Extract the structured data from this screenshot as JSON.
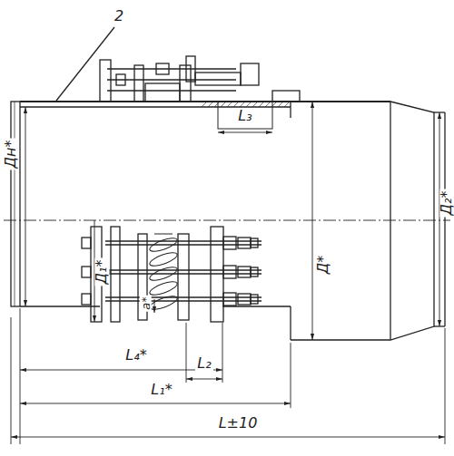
{
  "diagram": {
    "labels": [
      "2",
      "L₃",
      "Дн*",
      "Д₂*",
      "Д₁*",
      "a*",
      "Д*",
      "L₂",
      "L₄*",
      "L₁*",
      "L±10"
    ]
  }
}
